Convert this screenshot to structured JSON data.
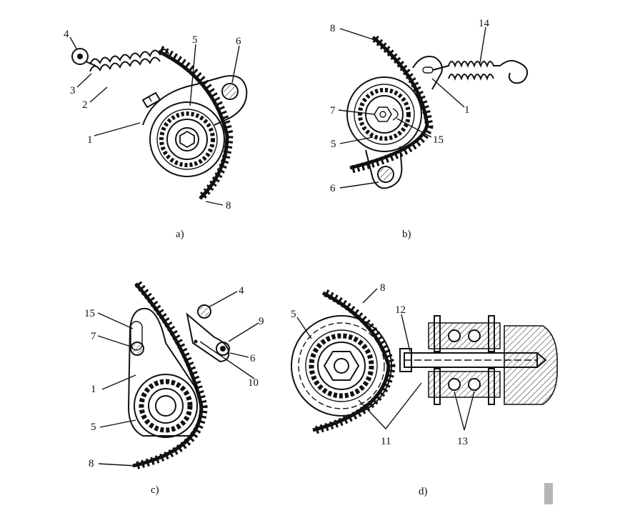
{
  "panels": [
    {
      "caption": "a)",
      "labels": [
        "4",
        "5",
        "6",
        "3",
        "2",
        "1",
        "8"
      ]
    },
    {
      "caption": "b)",
      "labels": [
        "8",
        "14",
        "1",
        "7",
        "15",
        "5",
        "6"
      ]
    },
    {
      "caption": "c)",
      "labels": [
        "4",
        "15",
        "9",
        "7",
        "6",
        "10",
        "1",
        "5",
        "8"
      ]
    },
    {
      "caption": "d)",
      "labels": [
        "8",
        "5",
        "12",
        "11",
        "13"
      ]
    }
  ],
  "colors": {
    "ink": "#111111",
    "background": "#ffffff",
    "marker": "#b5b5b5"
  }
}
